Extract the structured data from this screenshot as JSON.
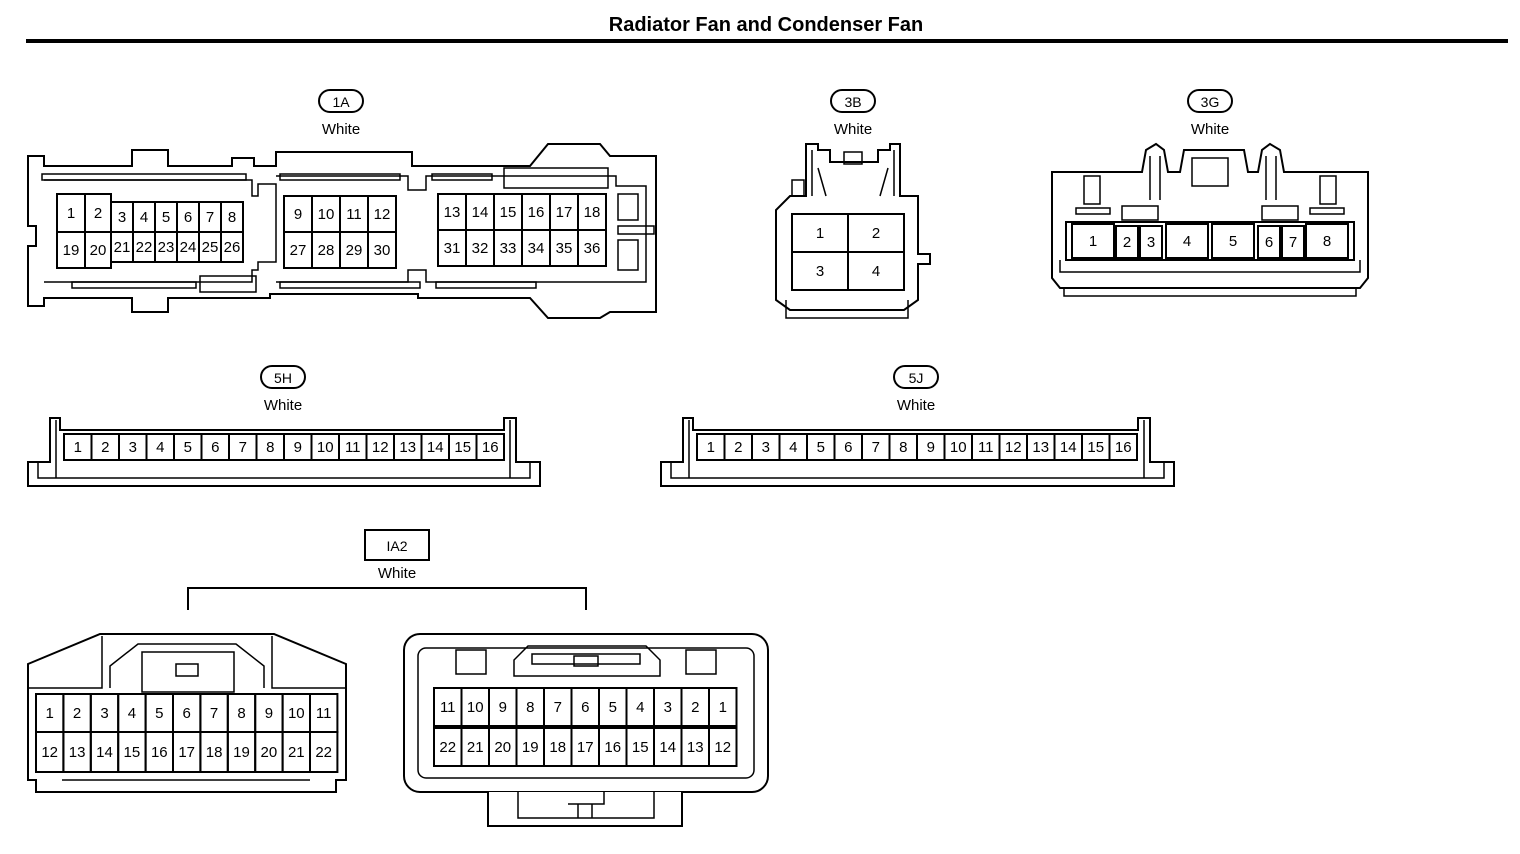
{
  "title": "Radiator Fan and Condenser Fan",
  "connectors": [
    {
      "id": "1A",
      "color": "White",
      "pins": [
        "1",
        "2",
        "3",
        "4",
        "5",
        "6",
        "7",
        "8",
        "9",
        "10",
        "11",
        "12",
        "13",
        "14",
        "15",
        "16",
        "17",
        "18",
        "19",
        "20",
        "21",
        "22",
        "23",
        "24",
        "25",
        "26",
        "27",
        "28",
        "29",
        "30",
        "31",
        "32",
        "33",
        "34",
        "35",
        "36"
      ]
    },
    {
      "id": "3B",
      "color": "White",
      "pins": [
        "1",
        "2",
        "3",
        "4"
      ]
    },
    {
      "id": "3G",
      "color": "White",
      "pins": [
        "1",
        "2",
        "3",
        "4",
        "5",
        "6",
        "7",
        "8"
      ]
    },
    {
      "id": "5H",
      "color": "White",
      "pins": [
        "1",
        "2",
        "3",
        "4",
        "5",
        "6",
        "7",
        "8",
        "9",
        "10",
        "11",
        "12",
        "13",
        "14",
        "15",
        "16"
      ]
    },
    {
      "id": "5J",
      "color": "White",
      "pins": [
        "1",
        "2",
        "3",
        "4",
        "5",
        "6",
        "7",
        "8",
        "9",
        "10",
        "11",
        "12",
        "13",
        "14",
        "15",
        "16"
      ]
    },
    {
      "id": "IA2",
      "color": "White",
      "male_pins": [
        "1",
        "2",
        "3",
        "4",
        "5",
        "6",
        "7",
        "8",
        "9",
        "10",
        "11",
        "12",
        "13",
        "14",
        "15",
        "16",
        "17",
        "18",
        "19",
        "20",
        "21",
        "22"
      ],
      "female_pins_top": [
        "11",
        "10",
        "9",
        "8",
        "7",
        "6",
        "5",
        "4",
        "3",
        "2",
        "1"
      ],
      "female_pins_bottom": [
        "22",
        "21",
        "20",
        "19",
        "18",
        "17",
        "16",
        "15",
        "14",
        "13",
        "12"
      ]
    }
  ]
}
